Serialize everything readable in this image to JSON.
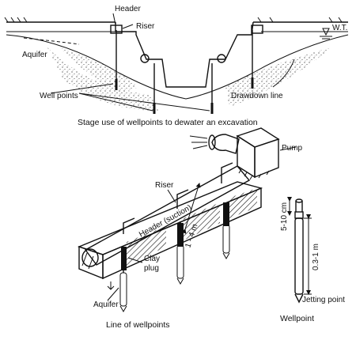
{
  "figure": {
    "section": {
      "labels": {
        "header": "Header",
        "riser": "Riser",
        "wt": "W.T.",
        "aquifer": "Aquifer",
        "well_points": "Well points",
        "drawdown_line": "Drawdown line"
      },
      "caption": "Stage use of wellpoints to dewater an excavation"
    },
    "iso": {
      "labels": {
        "pump": "Pump",
        "riser": "Riser",
        "header_suction": "Header  (suction)",
        "clay_plug": "Clay plug",
        "aquifer": "Aquifer",
        "spacing": "1 - 4 m"
      },
      "caption": "Line of wellpoints"
    },
    "wellpoint": {
      "labels": {
        "top_dim": "5-10 cm",
        "length_dim": "0.3-1 m",
        "jetting_point": "Jetting point"
      },
      "caption": "Wellpoint"
    }
  }
}
